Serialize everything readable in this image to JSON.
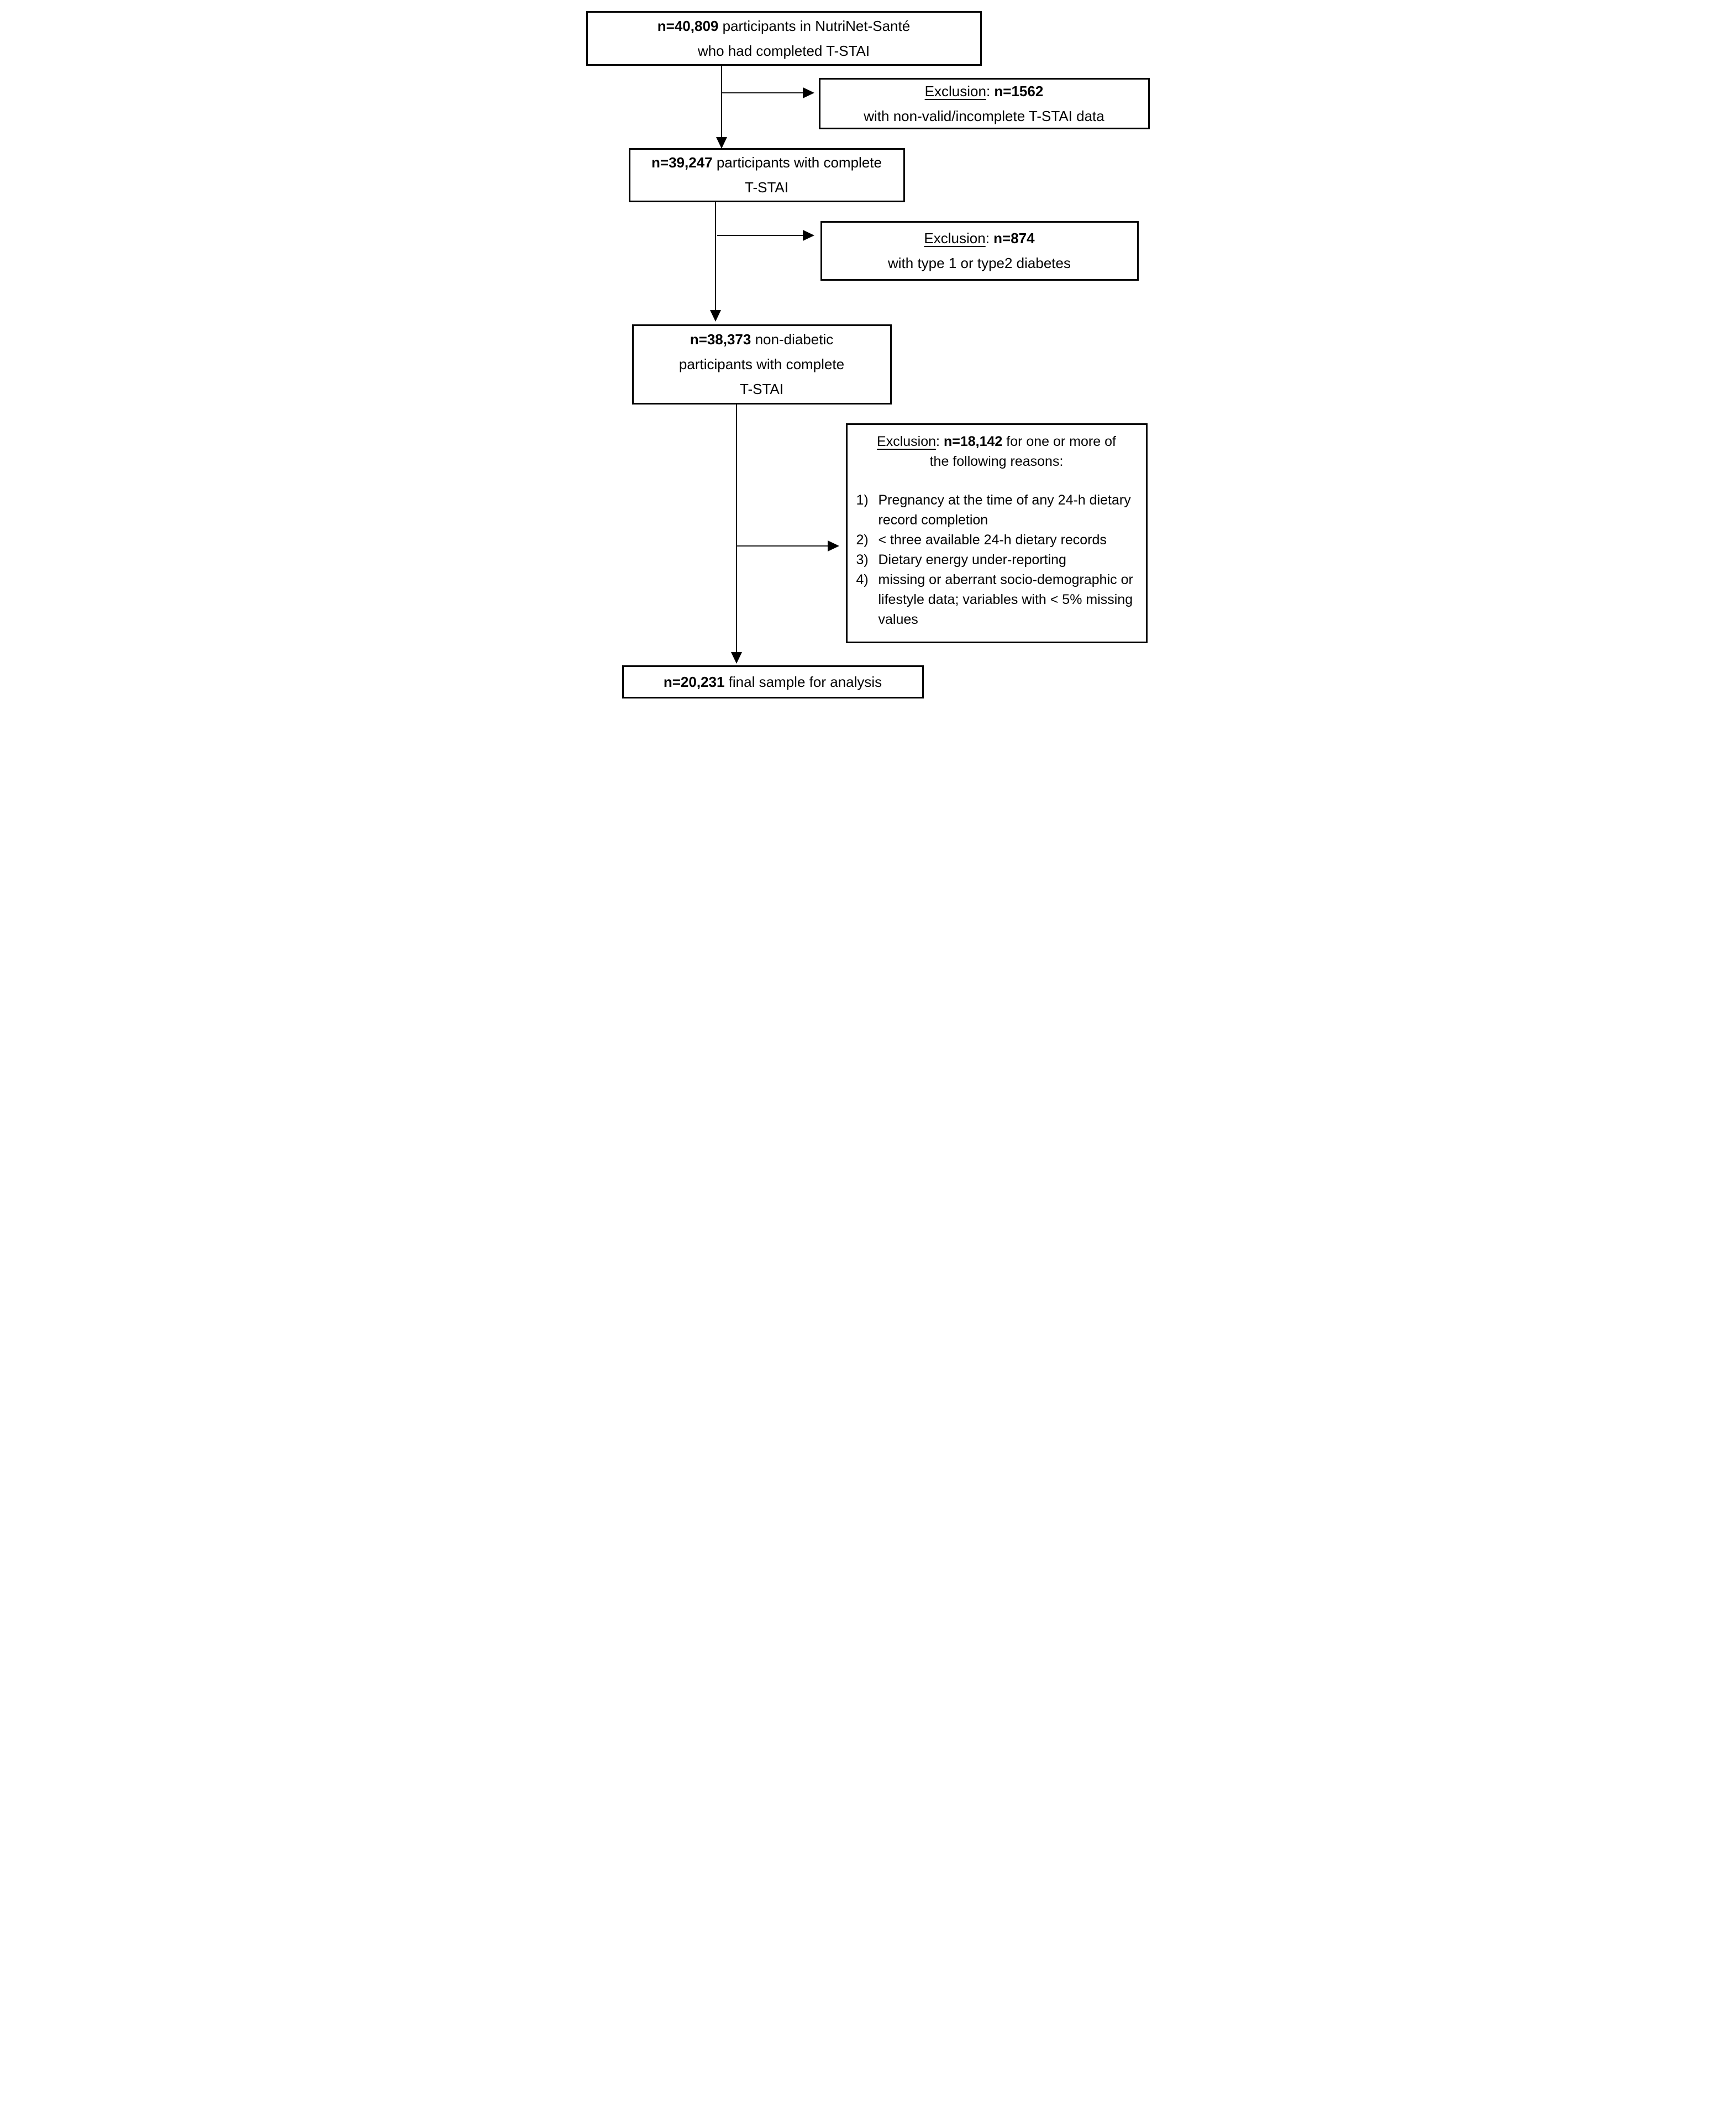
{
  "colors": {
    "background": "#ffffff",
    "border": "#000000",
    "text": "#000000"
  },
  "boxes": {
    "b1": {
      "n": "n=40,809",
      "line1_rest": " participants in NutriNet-Santé",
      "line2": "who had completed T-STAI"
    },
    "b2": {
      "n": "n=39,247",
      "line1_rest": " participants with complete",
      "line2": "T-STAI"
    },
    "b3": {
      "n": "n=38,373",
      "line1_rest": " non-diabetic",
      "line2": "participants with complete",
      "line3": "T-STAI"
    },
    "final": {
      "n": "n=20,231",
      "rest": " final sample for analysis"
    }
  },
  "exclusions": {
    "e1": {
      "label": "Exclusion",
      "sep": ": ",
      "n": "n=1562",
      "line2": "with non-valid/incomplete T-STAI data"
    },
    "e2": {
      "label": "Exclusion",
      "sep": ": ",
      "n": "n=874",
      "line2": "with type 1 or type2 diabetes"
    },
    "e3": {
      "label": "Exclusion",
      "sep": ": ",
      "n": "n=18,142",
      "header_rest": " for one or more of",
      "header_line2": "the following reasons:",
      "items": [
        {
          "num": "1)",
          "text": "Pregnancy at the time of any 24-h dietary record completion"
        },
        {
          "num": "2)",
          "text": "< three available 24-h dietary records"
        },
        {
          "num": "3)",
          "text": "Dietary energy under-reporting"
        },
        {
          "num": "4)",
          "text": "missing or aberrant socio-demographic or lifestyle data; variables with < 5% missing values"
        }
      ]
    }
  }
}
